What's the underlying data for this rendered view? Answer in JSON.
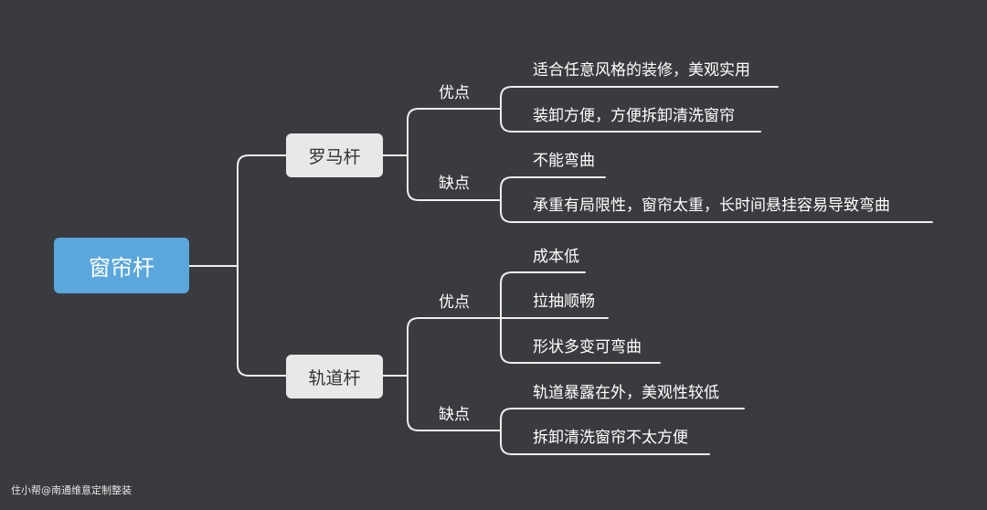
{
  "root": {
    "label": "窗帘杆"
  },
  "branches": [
    {
      "label": "罗马杆",
      "groups": [
        {
          "label": "优点",
          "items": [
            "适合任意风格的装修，美观实用",
            "装卸方便，方便拆卸清洗窗帘"
          ]
        },
        {
          "label": "缺点",
          "items": [
            "不能弯曲",
            "承重有局限性，窗帘太重，长时间悬挂容易导致弯曲"
          ]
        }
      ]
    },
    {
      "label": "轨道杆",
      "groups": [
        {
          "label": "优点",
          "items": [
            "成本低",
            "拉抽顺畅",
            "形状多变可弯曲"
          ]
        },
        {
          "label": "缺点",
          "items": [
            "轨道暴露在外，美观性较低",
            "拆卸清洗窗帘不太方便"
          ]
        }
      ]
    }
  ],
  "watermark": "住小帮@南通维意定制整装",
  "colors": {
    "background": "#3a3b3f",
    "root": "#5ba7dd",
    "branch": "#e8e8e8",
    "line": "#eeeeee"
  }
}
